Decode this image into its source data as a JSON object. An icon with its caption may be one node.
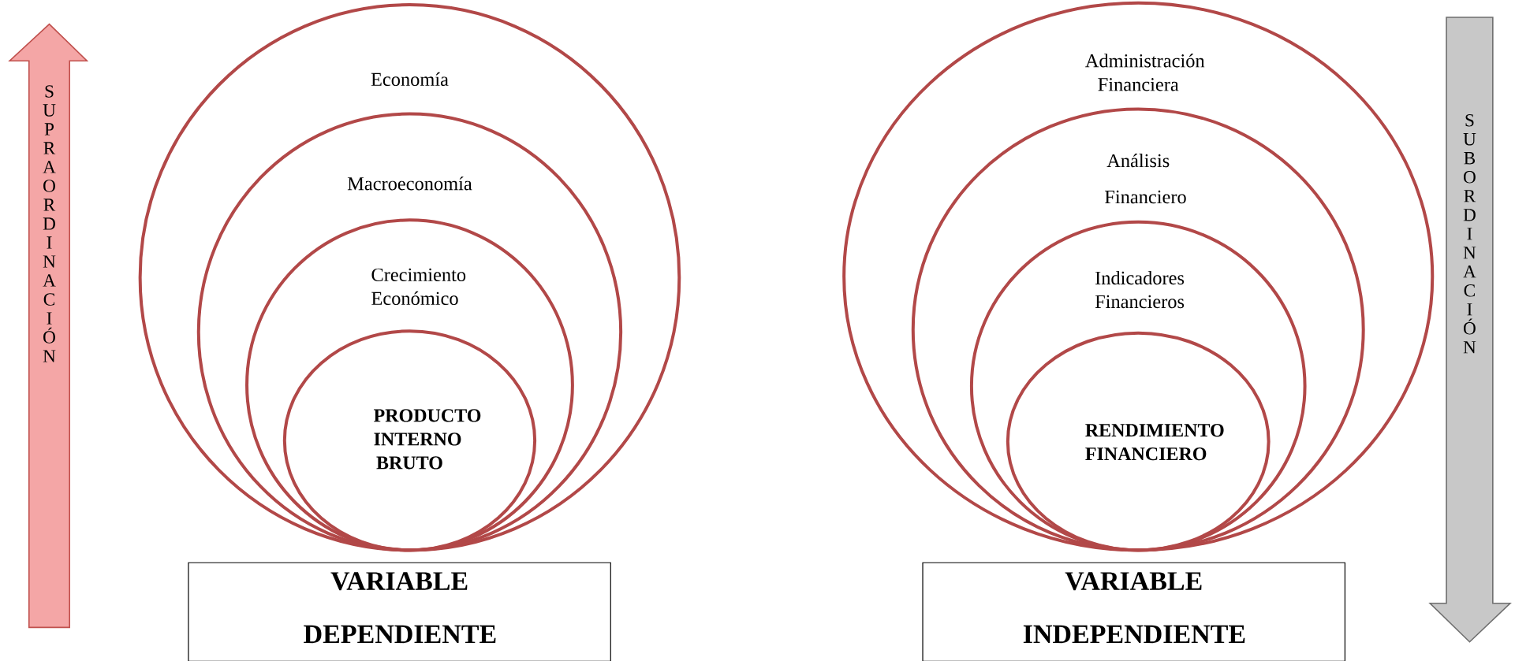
{
  "diagram": {
    "nodes": [
      {
        "text": [
          "SUPRAORDINACIÓN"
        ]
      },
      {
        "text": [
          "Economía"
        ]
      },
      {
        "text": [
          "Macroeconomía"
        ],
        "in": 1
      },
      {
        "text": [
          "Crecimiento Económico"
        ],
        "in": 2
      },
      {
        "text": [
          "PRODUCTO INTERNO BRUTO"
        ],
        "in": 3
      },
      {
        "text": [
          "VARIABLE DEPENDIENTE"
        ]
      },
      {
        "text": [
          "Administración Financiera"
        ]
      },
      {
        "text": [
          "Análisis Financiero"
        ],
        "in": 6
      },
      {
        "text": [
          "Indicadores Financieros"
        ],
        "in": 7
      },
      {
        "text": [
          "RENDIMIENTO FINANCIERO"
        ],
        "in": 8
      },
      {
        "text": [
          "VARIABLE INDEPENDIENTE"
        ]
      },
      {
        "text": [
          "SUBORDINACIÓN"
        ]
      }
    ]
  }
}
